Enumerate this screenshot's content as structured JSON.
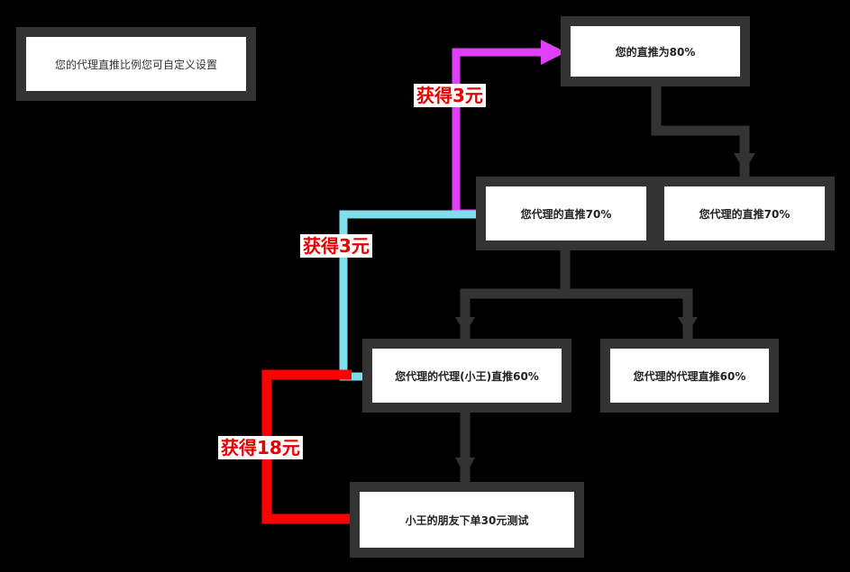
{
  "nodes": {
    "intro": "您的代理直推比例您可自定义设置",
    "top": "您的直推为80%",
    "mid_left": "您代理的直推70%",
    "mid_right": "您代理的直推70%",
    "low_left": "您代理的代理(小王)直推60%",
    "low_right": "您代理的代理直推60%",
    "order": "小王的朋友下单30元测试"
  },
  "edge_labels": {
    "magenta": "获得3元",
    "cyan": "获得3元",
    "red": "获得18元"
  },
  "colors": {
    "background": "#000000",
    "connector": "#333333",
    "magenta": "#e040fb",
    "cyan": "#80deea",
    "red": "#ff0000",
    "label_text": "#e60000"
  }
}
